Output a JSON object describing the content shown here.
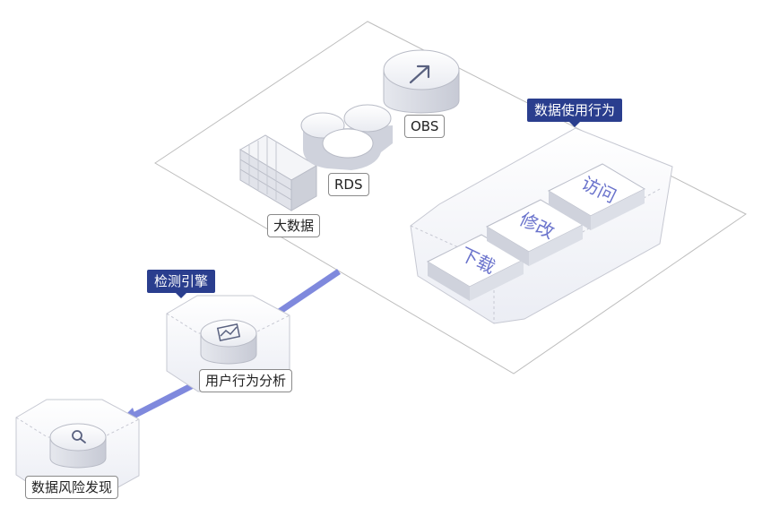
{
  "colors": {
    "accent": "#2a3e8e",
    "arrow": "#7f89dd",
    "outline": "#c8c8c8",
    "card_text": "#6a73cc"
  },
  "labels": {
    "obs": "OBS",
    "rds": "RDS",
    "bigdata": "大数据",
    "user_behavior_analysis": "用户行为分析",
    "data_risk_discovery": "数据风险发现"
  },
  "tags": {
    "data_usage_behavior": "数据使用行为",
    "detection_engine": "检测引擎"
  },
  "actions": [
    "下载",
    "修改",
    "访问"
  ],
  "icons": {
    "obs": "upload-arrow-icon",
    "analysis": "chart-icon",
    "risk": "magnifier-icon",
    "bigdata": "server-rack-icon",
    "rds": "database-cluster-icon"
  }
}
